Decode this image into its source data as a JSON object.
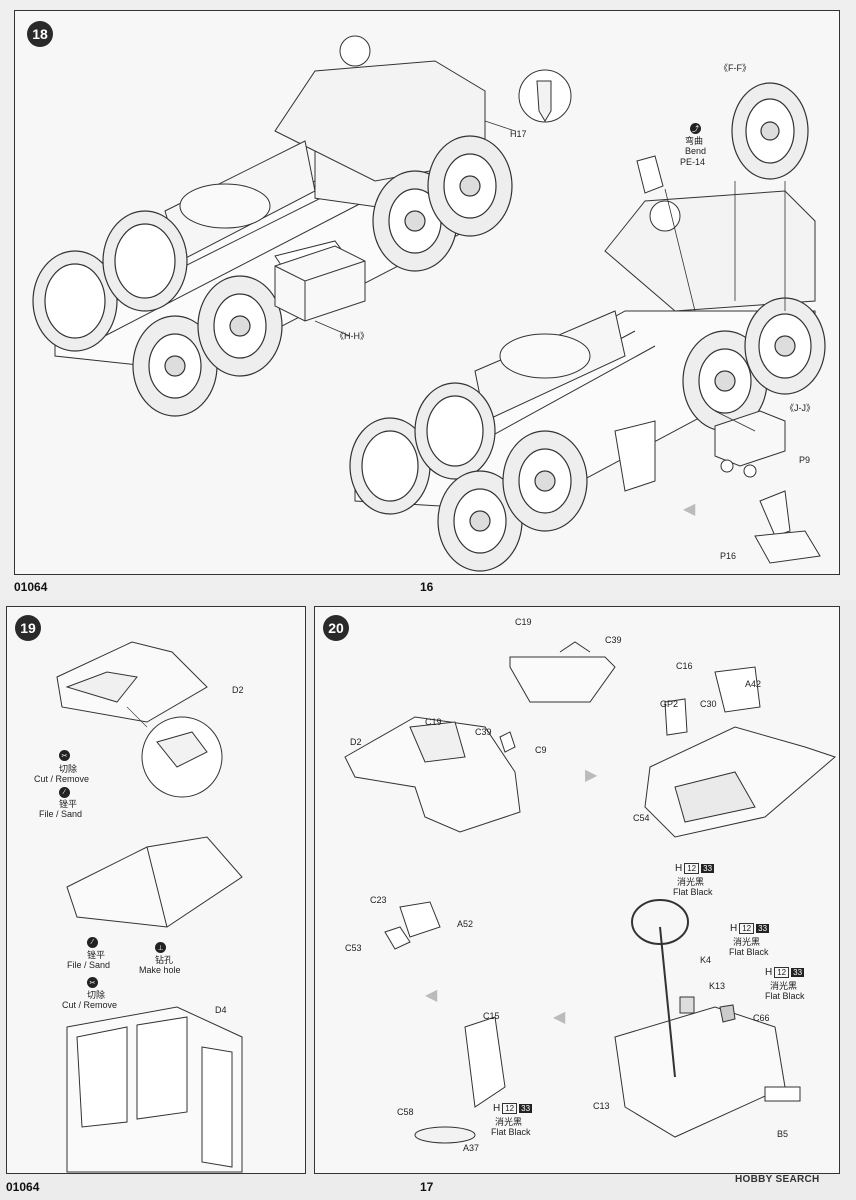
{
  "pages": {
    "top": {
      "step": "18",
      "callouts": {
        "ff": "《F-F》",
        "bend_cn": "弯曲",
        "bend_en": "Bend",
        "pe14": "PE-14",
        "h17": "H17",
        "hh": "《H-H》",
        "jj": "《J-J》",
        "p9": "P9",
        "p16": "P16"
      },
      "code": "01064",
      "page_number": "16"
    },
    "bottom": {
      "step19": "19",
      "step20": "20",
      "s19": {
        "d2": "D2",
        "cut_cn": "切除",
        "cut_en": "Cut / Remove",
        "file_cn": "锉平",
        "file_en": "File / Sand",
        "file2_cn": "锉平",
        "file2_en": "File / Sand",
        "hole_cn": "钻孔",
        "hole_en": "Make hole",
        "cut2_cn": "切除",
        "cut2_en": "Cut / Remove",
        "d4": "D4"
      },
      "s20": {
        "c19a": "C19",
        "c39a": "C39",
        "d2": "D2",
        "c19b": "C19",
        "c39b": "C39",
        "c9": "C9",
        "c16": "C16",
        "a42": "A42",
        "gp2": "GP2",
        "c30": "C30",
        "c54": "C54",
        "c23": "C23",
        "a52": "A52",
        "c53": "C53",
        "c15": "C15",
        "c58": "C58",
        "a37": "A37",
        "k4": "K4",
        "k13": "K13",
        "c66": "C66",
        "c13": "C13",
        "b5": "B5"
      },
      "paint": [
        {
          "h": "H",
          "n1": "12",
          "n2": "33",
          "cn": "消光黑",
          "en": "Flat Black"
        },
        {
          "h": "H",
          "n1": "12",
          "n2": "33",
          "cn": "消光黑",
          "en": "Flat Black"
        },
        {
          "h": "H",
          "n1": "12",
          "n2": "33",
          "cn": "消光黑",
          "en": "Flat Black"
        },
        {
          "h": "H",
          "n1": "12",
          "n2": "33",
          "cn": "消光黑",
          "en": "Flat Black"
        }
      ],
      "code": "01064",
      "page_number": "17"
    }
  },
  "watermark": "HOBBY SEARCH"
}
